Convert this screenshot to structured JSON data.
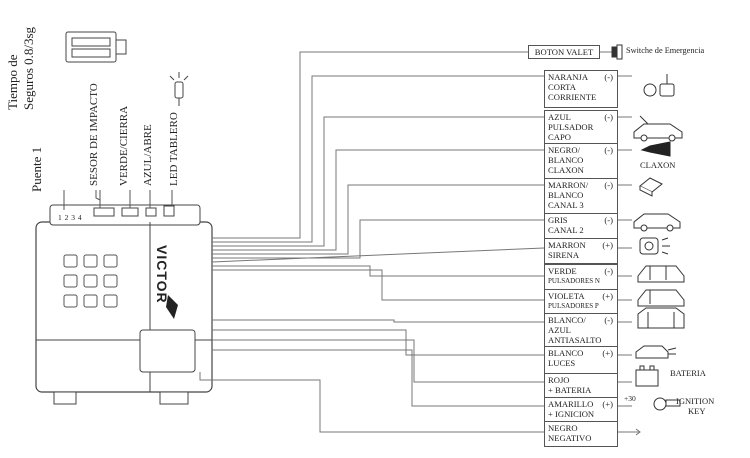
{
  "top_labels": {
    "tiempo": "Tiempo de",
    "seguros": "Seguros 0.8/3sg",
    "puente": "Puente 1",
    "sensor": "SESOR DE IMPACTO",
    "verde_cierra": "VERDE/CIERRA",
    "azul_abre": "AZUL/ABRE",
    "led": "LED TABLERO"
  },
  "pins_label": "1 2 3 4",
  "brand": "VICTOR",
  "boton_valet": "BOTON VALET",
  "switch_emergencia": "Switche de Emergencia",
  "wires": [
    {
      "lines": [
        "NARANJA",
        "CORTA",
        "CORRIENTE"
      ],
      "pol": "(-)"
    },
    {
      "lines": [
        "AZUL",
        "PULSADOR",
        "CAPO"
      ],
      "pol": "(-)"
    },
    {
      "lines": [
        "NEGRO/",
        "BLANCO",
        "CLAXON"
      ],
      "pol": "(-)"
    },
    {
      "lines": [
        "MARRON/",
        "BLANCO",
        "CANAL 3"
      ],
      "pol": "(-)"
    },
    {
      "lines": [
        "GRIS",
        "CANAL 2"
      ],
      "pol": "(-)"
    },
    {
      "lines": [
        "MARRON",
        "SIRENA"
      ],
      "pol": "(+)"
    },
    {
      "lines": [
        "VERDE",
        "PULSADORES N"
      ],
      "pol": "(-)"
    },
    {
      "lines": [
        "VIOLETA",
        "PULSADORES P"
      ],
      "pol": "(+)"
    },
    {
      "lines": [
        "BLANCO/",
        "AZUL",
        "ANTIASALTO"
      ],
      "pol": "(-)"
    },
    {
      "lines": [
        "BLANCO",
        "LUCES"
      ],
      "pol": "(+)"
    },
    {
      "lines": [
        "ROJO",
        "+ BATERIA"
      ],
      "pol": ""
    },
    {
      "lines": [
        "AMARILLO",
        "+ IGNICION"
      ],
      "pol": "(+)"
    },
    {
      "lines": [
        "NEGRO",
        "NEGATIVO"
      ],
      "pol": ""
    }
  ],
  "icon_labels": {
    "claxon": "CLAXON",
    "bateria": "BATERIA",
    "plus30": "+30",
    "ignition1": "IGNITION",
    "ignition2": "KEY"
  }
}
